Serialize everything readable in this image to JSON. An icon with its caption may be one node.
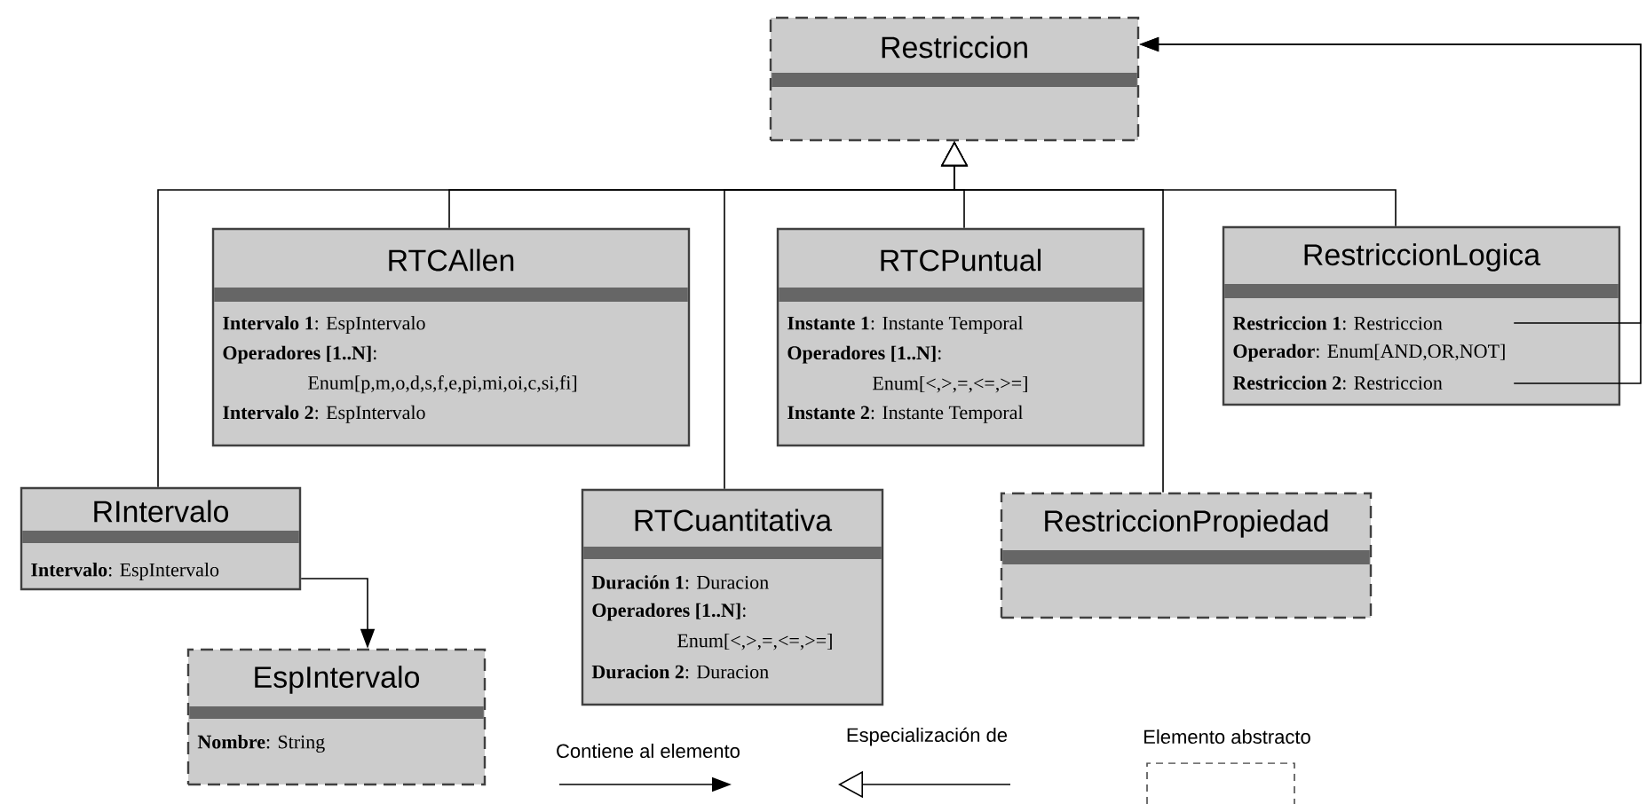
{
  "diagram": {
    "nodes": [
      {
        "text": [
          "Restriccion"
        ]
      },
      {
        "text": [
          "RTCAllen",
          "**Intervalo 1**: EspIntervalo",
          "**Operadores [1..N]**:",
          "Enum[p,m,o,d,s,f,e,pi,mi,oi,c,si,fi]",
          "**Intervalo 2**: EspIntervalo"
        ]
      },
      {
        "text": [
          "RTCPuntual",
          "**Instante 1**: Instante Temporal",
          "**Operadores [1..N]**:",
          "Enum[<,>,=,<=,>=]",
          "**Instante 2**: Instante Temporal"
        ]
      },
      {
        "text": [
          "RestriccionLogica",
          "**Restriccion 1**: Restriccion",
          "**Operador**: Enum[AND,OR,NOT]",
          "**Restriccion 2**: Restriccion"
        ]
      },
      {
        "text": [
          "RIntervalo",
          "**Intervalo**: EspIntervalo"
        ]
      },
      {
        "text": [
          "RTCuantitativa",
          "**Duración 1**: Duracion",
          "**Operadores [1..N]**:",
          "Enum[<,>,=,<=,>=]",
          "**Duracion 2**: Duracion"
        ]
      },
      {
        "text": [
          "RestriccionPropiedad"
        ]
      },
      {
        "text": [
          "EspIntervalo",
          "**Nombre**: String"
        ]
      }
    ],
    "edges": [
      {
        "from": 1,
        "to": 0,
        "arrow": "to"
      },
      {
        "from": 2,
        "to": 0,
        "arrow": "to"
      },
      {
        "from": 3,
        "to": 0,
        "arrow": "to"
      },
      {
        "from": 4,
        "to": 0,
        "arrow": "to"
      },
      {
        "from": 5,
        "to": 0,
        "arrow": "to"
      },
      {
        "from": 6,
        "to": 0,
        "arrow": "to"
      },
      {
        "from": 4,
        "to": 7,
        "arrow": "to"
      },
      {
        "from": 3,
        "to": 0,
        "arrow": "to"
      },
      {
        "from": 3,
        "to": 0,
        "arrow": "to"
      }
    ],
    "legend": [
      {
        "text": "Contiene al elemento"
      },
      {
        "text": "Especialización de"
      },
      {
        "text": "Elemento abstracto"
      }
    ]
  }
}
